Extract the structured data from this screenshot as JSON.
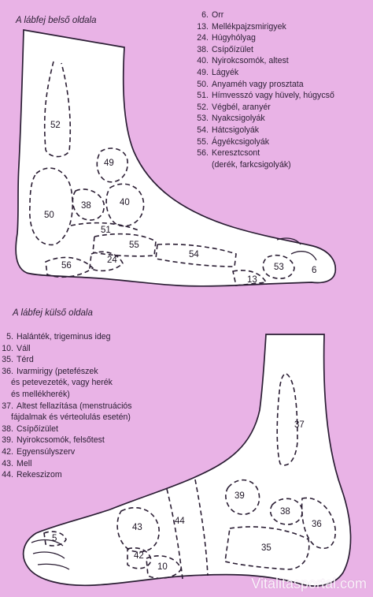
{
  "top_section": {
    "title": "A lábfej belső oldala",
    "legend": [
      {
        "num": "6.",
        "text": "Orr"
      },
      {
        "num": "13.",
        "text": "Mellékpajzsmirigyek"
      },
      {
        "num": "24.",
        "text": "Húgyhólyag"
      },
      {
        "num": "38.",
        "text": "Csípőízület"
      },
      {
        "num": "40.",
        "text": "Nyirokcsomók, altest"
      },
      {
        "num": "49.",
        "text": "Lágyék"
      },
      {
        "num": "50.",
        "text": "Anyaméh vagy prosztata"
      },
      {
        "num": "51.",
        "text": "Hímvesszó vagy hüvely, húgycső"
      },
      {
        "num": "52.",
        "text": "Végbél, aranyér"
      },
      {
        "num": "53.",
        "text": "Nyakcsigolyák"
      },
      {
        "num": "54.",
        "text": "Hátcsigolyák"
      },
      {
        "num": "55.",
        "text": "Ágyékcsigolyák"
      },
      {
        "num": "56.",
        "text": "Keresztcsont",
        "sub": "(derék, farkcsigolyák)"
      }
    ],
    "zone_labels": {
      "z52": "52",
      "z49": "49",
      "z50": "50",
      "z38": "38",
      "z40": "40",
      "z51": "51",
      "z55": "55",
      "z54": "54",
      "z24": "24",
      "z56": "56",
      "z53": "53",
      "z6": "6",
      "z13": "13"
    }
  },
  "bottom_section": {
    "title": "A lábfej külső oldala",
    "legend": [
      {
        "num": "5.",
        "text": "Halánték, trigeminus ideg"
      },
      {
        "num": "10.",
        "text": "Váll"
      },
      {
        "num": "35.",
        "text": "Térd"
      },
      {
        "num": "36.",
        "text": "Ivarmirigy (petefészek",
        "sub": [
          "és petevezeték, vagy herék",
          "és mellékherék)"
        ]
      },
      {
        "num": "37.",
        "text": "Altest fellazítása (menstruációs",
        "sub": [
          "fájdalmak és vérteolulás esetén)"
        ]
      },
      {
        "num": "38.",
        "text": "Csípőízület"
      },
      {
        "num": "39.",
        "text": "Nyirokcsomók, felsőtest"
      },
      {
        "num": "42.",
        "text": "Egyensúlyszerv"
      },
      {
        "num": "43.",
        "text": "Mell"
      },
      {
        "num": "44.",
        "text": "Rekeszizom"
      }
    ],
    "zone_labels": {
      "z37": "37",
      "z39": "39",
      "z38": "38",
      "z36": "36",
      "z35": "35",
      "z44": "44",
      "z43": "43",
      "z42": "42",
      "z10": "10",
      "z5": "5"
    }
  },
  "watermark": "Vitalitasportal.com",
  "colors": {
    "background": "#e9b3e6",
    "foot": "#ffffff",
    "ink": "#2a1d33"
  }
}
